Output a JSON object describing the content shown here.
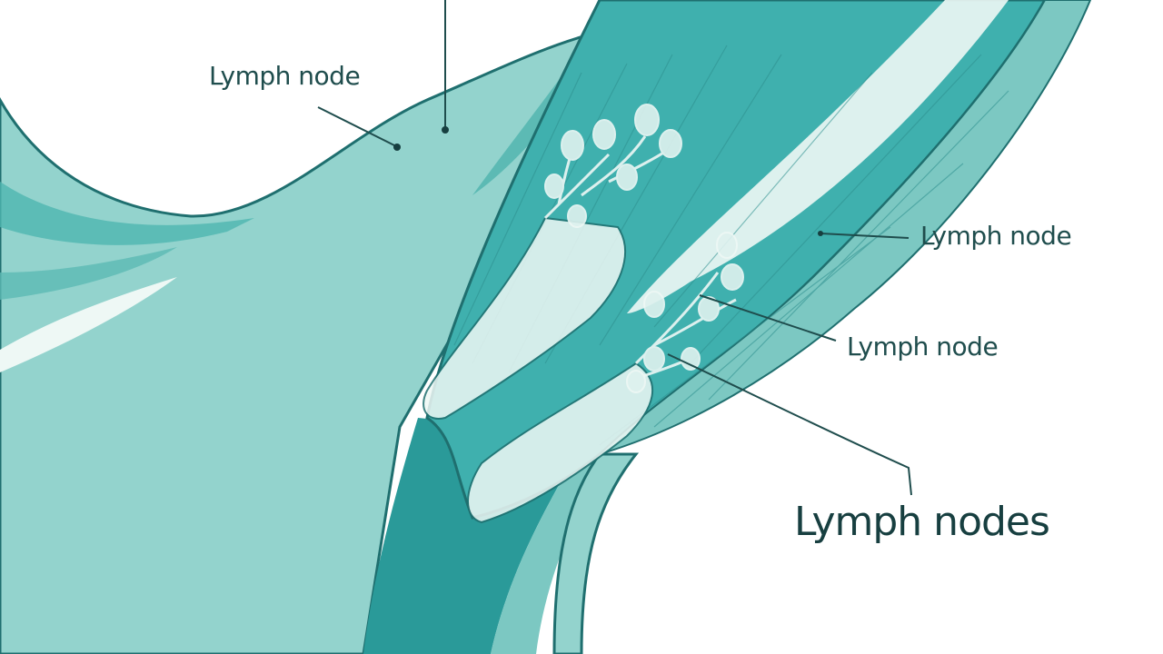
{
  "labels": {
    "top_left": "Lymph node",
    "right_upper": "Lymph node",
    "right_middle": "Lymph node",
    "bottom_title": "Lymph nodes"
  },
  "colors": {
    "background": "#ffffff",
    "skin_light": "#93d3cd",
    "skin_mid": "#7cc8c2",
    "muscle": "#3fb0ae",
    "muscle_dark": "#2a9a99",
    "outline": "#1f6f6f",
    "highlight": "#eef8f5",
    "text": "#1f4d4d"
  }
}
